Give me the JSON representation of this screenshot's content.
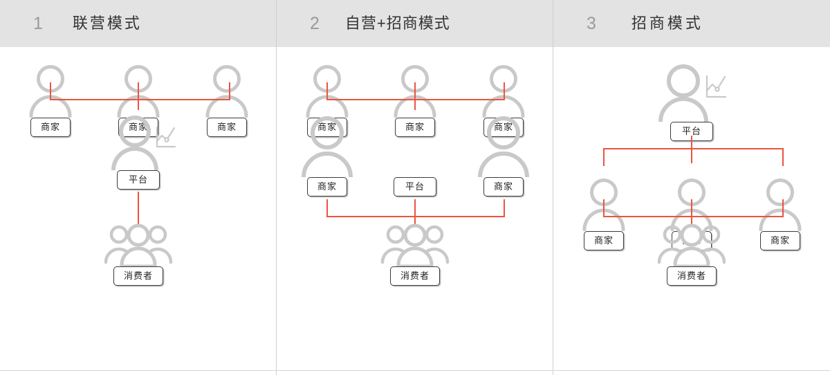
{
  "colors": {
    "header_bg": "#e3e3e3",
    "connector": "#ea5440",
    "figure_gray": "#c9c9c9",
    "panel_divider": "#cfcfcf",
    "label_border": "#3a3a3a",
    "number_gray": "#9a9a9a",
    "title_text": "#333333"
  },
  "panels": [
    {
      "number": "1",
      "title": "联营模式",
      "top_row": [
        {
          "label": "商家",
          "icon": "person-icon"
        },
        {
          "label": "商家",
          "icon": "person-icon"
        },
        {
          "label": "商家",
          "icon": "person-icon"
        }
      ],
      "middle": {
        "label": "平台",
        "icon": "person-with-chart-icon"
      },
      "bottom": {
        "label": "消费者",
        "icon": "people-group-icon"
      }
    },
    {
      "number": "2",
      "title": "自营+招商模式",
      "top_row": [
        {
          "label": "商家",
          "icon": "person-icon"
        },
        {
          "label": "商家",
          "icon": "person-icon"
        },
        {
          "label": "商家",
          "icon": "person-icon"
        }
      ],
      "middle_row": [
        {
          "label": "商家",
          "icon": "person-icon"
        },
        {
          "label": "平台",
          "icon": "none"
        },
        {
          "label": "商家",
          "icon": "person-icon"
        }
      ],
      "bottom": {
        "label": "消费者",
        "icon": "people-group-icon"
      }
    },
    {
      "number": "3",
      "title": "招商模式",
      "top": {
        "label": "平台",
        "icon": "person-with-chart-icon"
      },
      "middle_row": [
        {
          "label": "商家",
          "icon": "person-icon"
        },
        {
          "label": "商家",
          "icon": "person-icon"
        },
        {
          "label": "商家",
          "icon": "person-icon"
        }
      ],
      "bottom": {
        "label": "消费者",
        "icon": "people-group-icon"
      }
    }
  ]
}
